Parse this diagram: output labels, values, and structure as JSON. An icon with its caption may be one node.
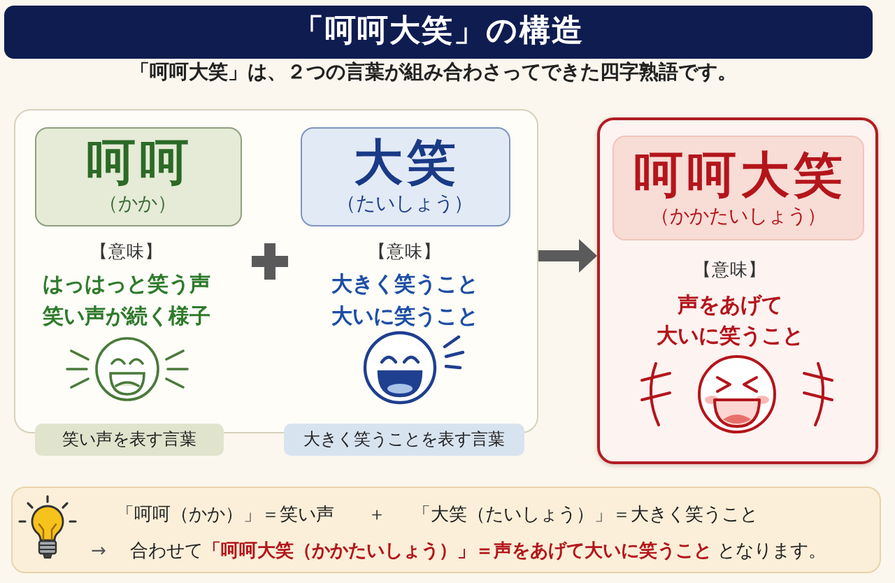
{
  "diagram": {
    "title": "「呵呵大笑」の構造",
    "nodes": [
      {
        "text": [],
        "shape": "box"
      },
      {
        "text": [
          "呵呵",
          "（かか）"
        ],
        "in": 0,
        "beside": [
          "【意味】",
          "はっはっと笑う声",
          "笑い声が続く様子"
        ]
      },
      {
        "text": [
          "大笑",
          "（たいしょう）"
        ],
        "in": 0,
        "beside": [
          "【意味】",
          "大きく笑うこと",
          "大いに笑うこと"
        ]
      },
      {
        "text": [
          "笑い声を表す言葉"
        ]
      },
      {
        "text": [
          "大きく笑うことを表す言葉"
        ]
      },
      {
        "text": [],
        "shape": "box"
      },
      {
        "text": [
          "呵呵大笑",
          "（かかたいしょう）"
        ],
        "in": 5,
        "beside": [
          "【意味】",
          "声をあげて大いに笑うこと"
        ]
      },
      {
        "text": [
          "「呵呵（かか）」＝笑い声",
          "＋",
          "「大笑（たいしょう）」＝大きく笑うこと",
          "→",
          "合わせて**「呵呵大笑（かかたいしょう）」＝声をあげて大いに笑うこと** となります。"
        ]
      }
    ],
    "edges": [
      {
        "from": 0,
        "to": 5,
        "arrow": "to"
      }
    ],
    "labels": [
      "「呵呵大笑」は、２つの言葉が組み合わさってできた四字熟語です。"
    ]
  }
}
